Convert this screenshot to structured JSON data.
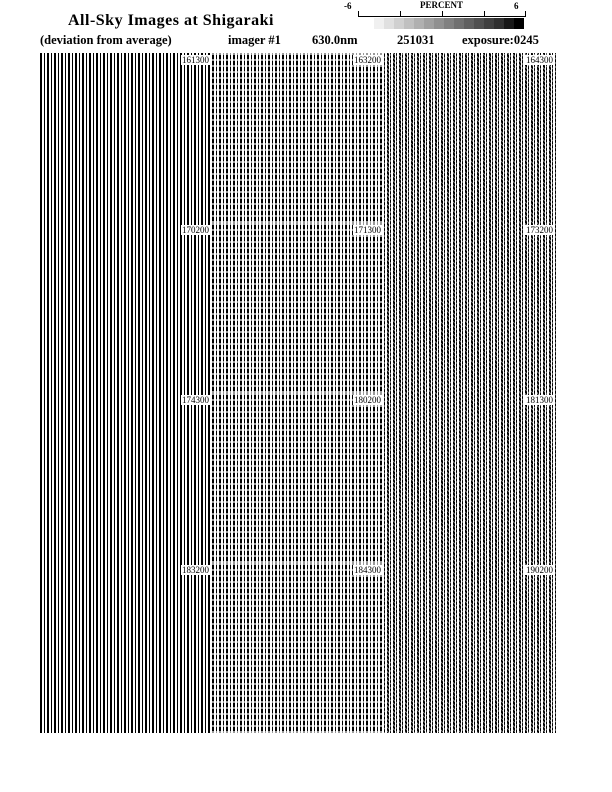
{
  "header": {
    "title": "All-Sky Images at Shigaraki",
    "subtitle": "(deviation from average)",
    "imager": "imager #1",
    "wavelength": "630.0nm",
    "date": "251031",
    "exposure": "exposure:0245"
  },
  "colorbar": {
    "label": "PERCENT",
    "min": "-6",
    "max": "6",
    "colors": [
      "#f0f0f0",
      "#e0e0e0",
      "#d0d0d0",
      "#c0c0c0",
      "#b0b0b0",
      "#a0a0a0",
      "#909090",
      "#808080",
      "#707070",
      "#606060",
      "#505050",
      "#404040",
      "#303030",
      "#181818",
      "#000000"
    ]
  },
  "panels": [
    "161300",
    "163200",
    "164300",
    "170200",
    "171300",
    "173200",
    "174300",
    "180200",
    "181300",
    "183200",
    "184300",
    "190200"
  ]
}
